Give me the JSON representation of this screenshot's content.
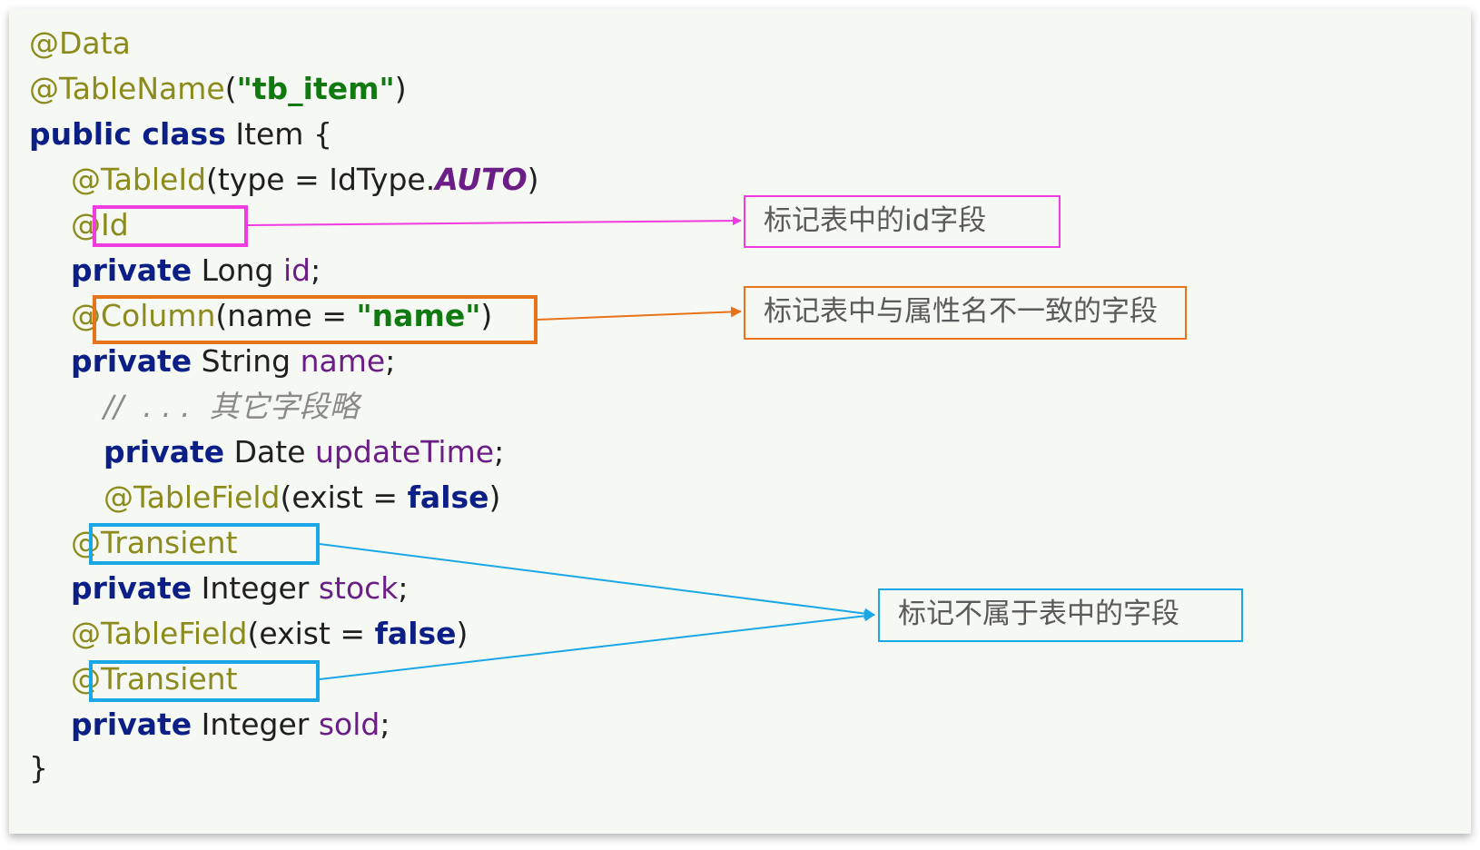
{
  "code": {
    "l01_ann": "@Data",
    "l02_ann": "@TableName",
    "l02_p1": "(",
    "l02_str": "\"tb_item\"",
    "l02_p2": ")",
    "l03_kw": "public class",
    "l03_rest": " Item {",
    "l04_ann": "@TableId",
    "l04_p1": "(type = IdType.",
    "l04_ital": "AUTO",
    "l04_p2": ")",
    "l05_ann": "@Id",
    "l06_kw": "private",
    "l06_type": " Long ",
    "l06_fld": "id",
    "l06_end": ";",
    "l07_ann": "@Column",
    "l07_p1": "(name = ",
    "l07_str": "\"name\"",
    "l07_p2": ")",
    "l08_kw": "private",
    "l08_type": " String ",
    "l08_fld": "name",
    "l08_end": ";",
    "l09_cmt": "//  . . .  其它字段略",
    "l10_kw": "private",
    "l10_type": " Date ",
    "l10_fld": "updateTime",
    "l10_end": ";",
    "l11_ann": "@TableField",
    "l11_p1": "(exist = ",
    "l11_kw": "false",
    "l11_p2": ")",
    "l12_ann": "@Transient",
    "l13_kw": "private",
    "l13_type": " Integer ",
    "l13_fld": "stock",
    "l13_end": ";",
    "l14_ann": "@TableField",
    "l14_p1": "(exist = ",
    "l14_kw": "false",
    "l14_p2": ")",
    "l15_ann": "@Transient",
    "l16_kw": "private",
    "l16_type": " Integer ",
    "l16_fld": "sold",
    "l16_end": ";",
    "l17_close": "}"
  },
  "notes": {
    "id_note": "标记表中的id字段",
    "column_note": "标记表中与属性名不一致的字段",
    "transient_note": "标记不属于表中的字段"
  },
  "colors": {
    "magenta": "#f03ce0",
    "orange": "#e8731a",
    "blue": "#1aa7e6"
  }
}
